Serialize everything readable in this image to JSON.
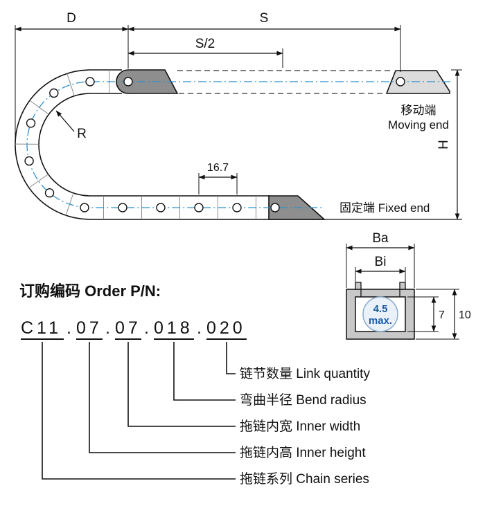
{
  "diagram": {
    "dims": {
      "d": "D",
      "s": "S",
      "s_half": "S/2",
      "r": "R",
      "pitch": "16.7",
      "h": "H"
    },
    "labels": {
      "moving_end_cn": "移动端",
      "moving_end_en": "Moving end",
      "fixed_end": "固定端 Fixed end"
    }
  },
  "cross_section": {
    "ba": "Ba",
    "bi": "Bi",
    "max_line1": "4.5",
    "max_line2": "max.",
    "inner_height": "7",
    "outer_height": "10"
  },
  "order": {
    "heading": "订购编码 Order P/N:",
    "code_groups": [
      "C11",
      "07",
      "07",
      "018",
      "020"
    ],
    "dot": ".",
    "callouts": [
      {
        "label": "链节数量 Link quantity"
      },
      {
        "label": "弯曲半径 Bend radius"
      },
      {
        "label": "拖链内宽 Inner width"
      },
      {
        "label": "拖链内高 Inner height"
      },
      {
        "label": "拖链系列 Chain series"
      }
    ]
  },
  "colors": {
    "centerline_blue": "#2f8fcc",
    "accent_blue": "#1d5ca8",
    "bracket_dark_gray": "#8e8e8e",
    "bracket_light_gray": "#dcdcdc",
    "section_gray": "#c8c8c8"
  }
}
